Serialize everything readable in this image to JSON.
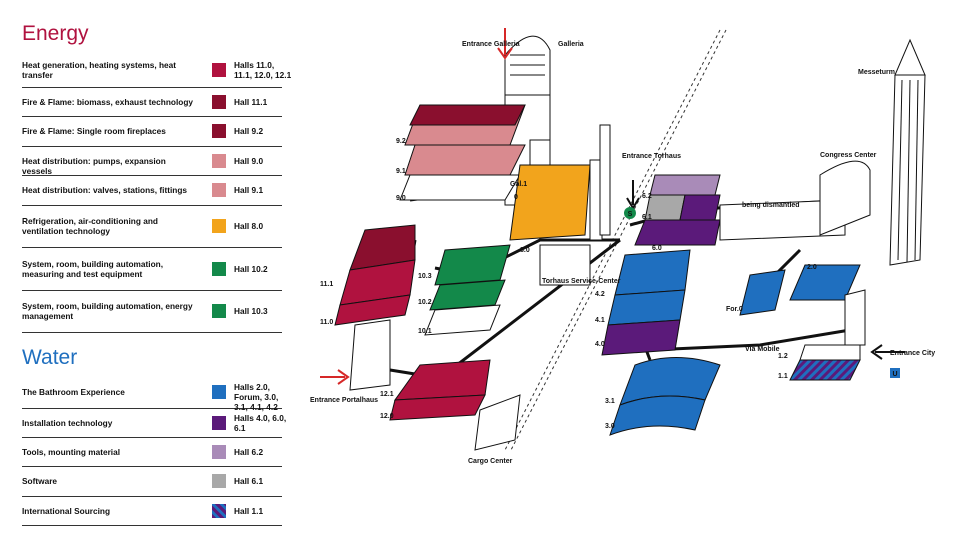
{
  "legend": {
    "energy_title": "Energy",
    "water_title": "Water",
    "energy_items": [
      {
        "label": "Heat generation, heating systems, heat transfer",
        "hall": "Halls 11.0, 11.1, 12.0, 12.1",
        "color": "#b0123f"
      },
      {
        "label": "Fire & Flame: biomass, exhaust technology",
        "hall": "Hall 11.1",
        "color": "#8a0f2e"
      },
      {
        "label": "Fire & Flame: Single room fireplaces",
        "hall": "Hall 9.2",
        "color": "#8a0f2e"
      },
      {
        "label": "Heat distribution: pumps, expansion vessels",
        "hall": "Hall 9.0",
        "color": "#d98a8f"
      },
      {
        "label": "Heat distribution: valves, stations, fittings",
        "hall": "Hall 9.1",
        "color": "#d98a8f"
      },
      {
        "label": "Refrigeration, air-conditioning and ventilation technology",
        "hall": "Hall 8.0",
        "color": "#f2a41c"
      },
      {
        "label": "System, room, building automation, measuring and test equipment",
        "hall": "Hall 10.2",
        "color": "#13894a"
      },
      {
        "label": "System, room, building automation, energy management",
        "hall": "Hall 10.3",
        "color": "#13894a"
      }
    ],
    "water_items": [
      {
        "label": "The Bathroom Experience",
        "hall": "Halls 2.0, Forum, 3.0, 3.1, 4.1, 4.2",
        "color": "#1f6fbf"
      },
      {
        "label": "Installation technology",
        "hall": "Halls 4.0, 6.0, 6.1",
        "color": "#5b1a7a"
      },
      {
        "label": "Tools, mounting material",
        "hall": "Hall 6.2",
        "color": "#a98bb8"
      },
      {
        "label": "Software",
        "hall": "Hall 6.1",
        "color": "#a8a8a8"
      },
      {
        "label": "International Sourcing",
        "hall": "Hall 1.1",
        "color": "striped"
      }
    ]
  },
  "map": {
    "labels": {
      "entrance_galleria": "Entrance Galleria",
      "galleria": "Galleria",
      "messeturm": "Messeturm",
      "congress_center": "Congress Center",
      "entrance_torhaus": "Entrance Torhaus",
      "being_dismantled": "being dismantled",
      "torhaus_service_center": "Torhaus Service-Center",
      "entrance_portalhaus": "Entrance Portalhaus",
      "cargo_center": "Cargo Center",
      "via_mobile": "Via Mobile",
      "entrance_city": "Entrance City",
      "forum": "For.0",
      "u_badge": "U",
      "s_badge": "S"
    },
    "halls": {
      "h9_2": "9.2",
      "h9_1": "9.1",
      "h9_0": "9.0",
      "gal1": "Gal.1",
      "gal0": "0",
      "h11_1": "11.1",
      "h11_0": "11.0",
      "h10_3": "10.3",
      "h10_2": "10.2",
      "h10_1": "10.1",
      "h8_0": "8.0",
      "h12_1": "12.1",
      "h12_0": "12.0",
      "h6_2": "6.2",
      "h6_1": "6.1",
      "h6_0": "6.0",
      "h4_2": "4.2",
      "h4_1": "4.1",
      "h4_0": "4.0",
      "h3_1": "3.1",
      "h3_0": "3.0",
      "h2_0": "2.0",
      "h1_2": "1.2",
      "h1_1": "1.1"
    }
  }
}
